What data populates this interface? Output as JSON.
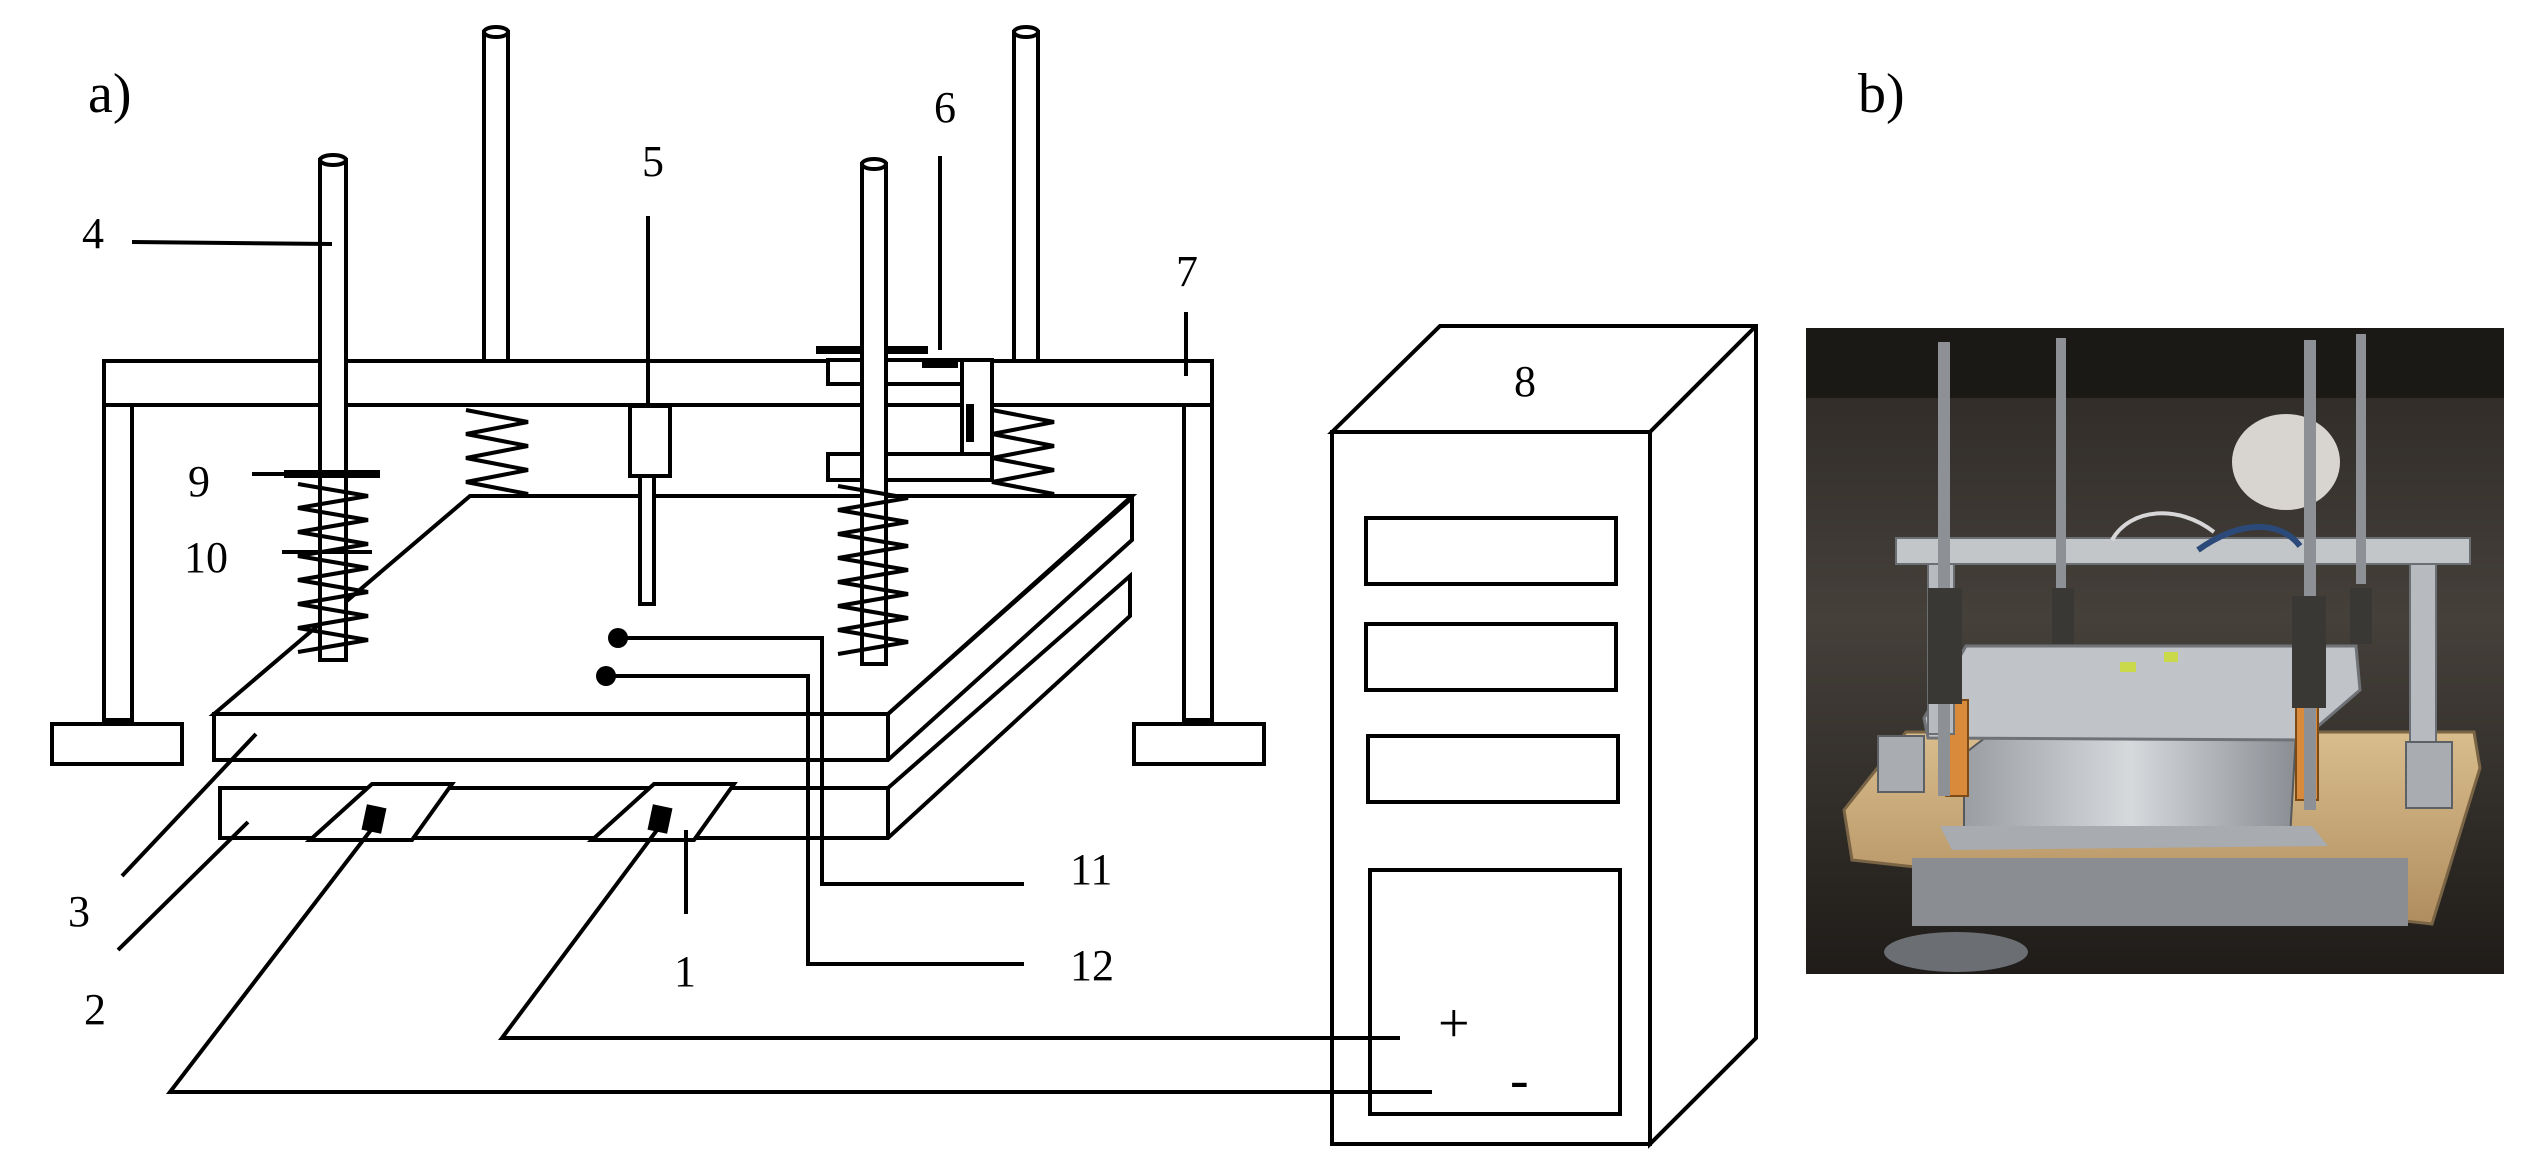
{
  "panels": {
    "a": "a)",
    "b": "b)"
  },
  "callouts": {
    "n1": "1",
    "n2": "2",
    "n3": "3",
    "n4": "4",
    "n5": "5",
    "n6": "6",
    "n7": "7",
    "n8": "8",
    "n9": "9",
    "n10": "10",
    "n11": "11",
    "n12": "12"
  },
  "terminals": {
    "plus": "+",
    "minus": "-"
  },
  "colors": {
    "line": "#000000",
    "photo_background": "#2b2723",
    "rod_steel": "#8d9094",
    "spring": "#3a3835",
    "frame_aluminum": "#c3c6c9",
    "plate": "#b9bcc0",
    "spacer": "#d98a3a",
    "insulation_board": "#c8a978"
  }
}
